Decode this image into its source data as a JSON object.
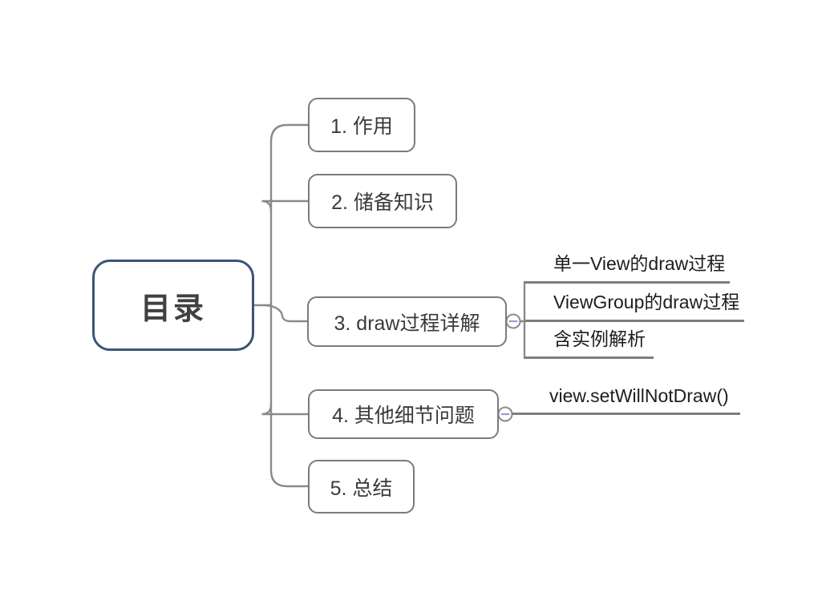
{
  "diagram": {
    "type": "mindmap",
    "root": {
      "label": "目录"
    },
    "branches": [
      {
        "label": "1. 作用",
        "children": []
      },
      {
        "label": "2. 储备知识",
        "children": []
      },
      {
        "label": "3. draw过程详解",
        "collapsed": false,
        "children": [
          "单一View的draw过程",
          "ViewGroup的draw过程",
          "含实例解析"
        ]
      },
      {
        "label": "4. 其他细节问题",
        "collapsed": false,
        "children": [
          "view.setWillNotDraw()"
        ]
      },
      {
        "label": "5. 总结",
        "children": []
      }
    ],
    "icons": {
      "collapse_minus": "−"
    },
    "colors": {
      "root_border": "#3a5478",
      "branch_border": "#7b7b7b",
      "connector": "#8a8a8a",
      "underline": "#7d7d7d",
      "node_text": "#3a3a3a",
      "root_text": "#404040",
      "leaf_text": "#1d1d1d",
      "collapse_icon": "#97a1ce",
      "background": "#ffffff"
    }
  }
}
